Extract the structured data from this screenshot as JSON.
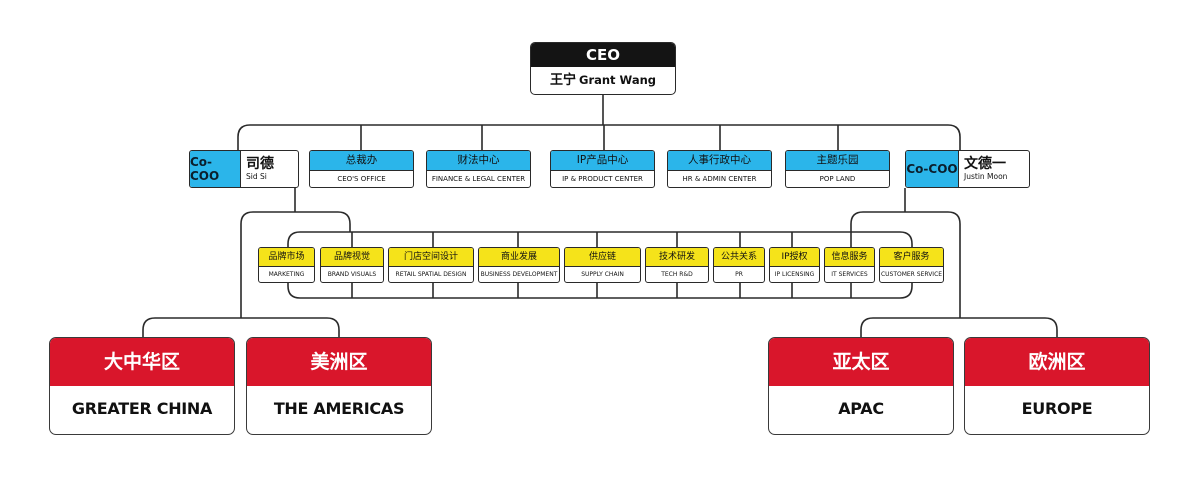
{
  "ceo": {
    "title": "CEO",
    "name_zh": "王宁",
    "name_en": "Grant Wang"
  },
  "coo_left": {
    "tag": "Co-COO",
    "name_zh": "司德",
    "name_en": "Sid Si"
  },
  "coo_right": {
    "tag": "Co-COO",
    "name_zh": "文德一",
    "name_en": "Justin Moon"
  },
  "centers": [
    {
      "zh": "总裁办",
      "en": "CEO'S OFFICE"
    },
    {
      "zh": "财法中心",
      "en": "FINANCE & LEGAL CENTER"
    },
    {
      "zh": "IP产品中心",
      "en": "IP & PRODUCT CENTER"
    },
    {
      "zh": "人事行政中心",
      "en": "HR & ADMIN CENTER"
    },
    {
      "zh": "主题乐园",
      "en": "POP LAND"
    }
  ],
  "functions": [
    {
      "zh": "品牌市场",
      "en": "MARKETING"
    },
    {
      "zh": "品牌视觉",
      "en": "BRAND VISUALS"
    },
    {
      "zh": "门店空间设计",
      "en": "RETAIL SPATIAL DESIGN"
    },
    {
      "zh": "商业发展",
      "en": "BUSINESS DEVELOPMENT"
    },
    {
      "zh": "供应链",
      "en": "SUPPLY CHAIN"
    },
    {
      "zh": "技术研发",
      "en": "TECH R&D"
    },
    {
      "zh": "公共关系",
      "en": "PR"
    },
    {
      "zh": "IP授权",
      "en": "IP LICENSING"
    },
    {
      "zh": "信息服务",
      "en": "IT SERVICES"
    },
    {
      "zh": "客户服务",
      "en": "CUSTOMER SERVICE"
    }
  ],
  "regions": [
    {
      "zh": "大中华区",
      "en": "GREATER CHINA"
    },
    {
      "zh": "美洲区",
      "en": "THE AMERICAS"
    },
    {
      "zh": "亚太区",
      "en": "APAC"
    },
    {
      "zh": "欧洲区",
      "en": "EUROPE"
    }
  ],
  "colors": {
    "ceo_header": "#141414",
    "coo_tag": "#2bb5ea",
    "center_header": "#2bb5ea",
    "function_header": "#f5e31a",
    "region_header": "#d9162b",
    "connector": "#2a2a2a"
  }
}
